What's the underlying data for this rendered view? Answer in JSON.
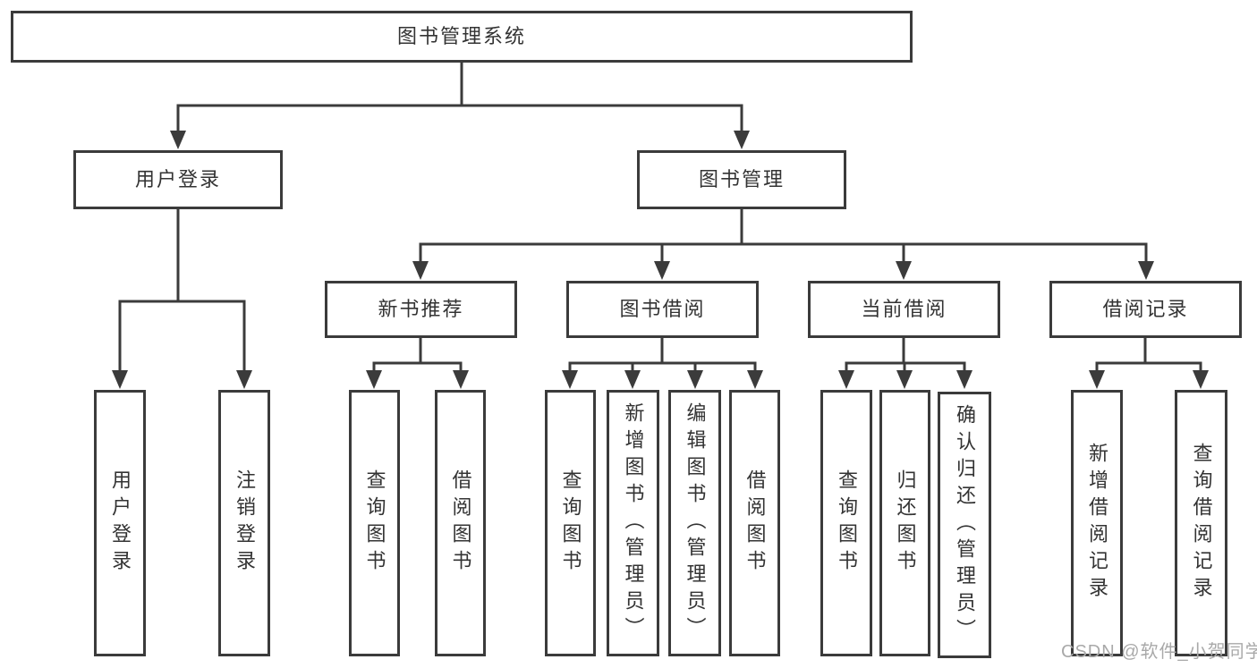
{
  "diagram": {
    "title": "图书管理系统",
    "branches": [
      {
        "label": "用户登录",
        "children": [
          "用户登录",
          "注销登录"
        ]
      },
      {
        "label": "图书管理",
        "children": [
          {
            "label": "新书推荐",
            "children": [
              "查询图书",
              "借阅图书"
            ]
          },
          {
            "label": "图书借阅",
            "children": [
              "查询图书",
              "新增图书（管理员）",
              "编辑图书（管理员）",
              "借阅图书"
            ]
          },
          {
            "label": "当前借阅",
            "children": [
              "查询图书",
              "归还图书",
              "确认归还（管理员）"
            ]
          },
          {
            "label": "借阅记录",
            "children": [
              "新增借阅记录",
              "查询借阅记录"
            ]
          }
        ]
      }
    ]
  },
  "watermark": "CSDN @软件_小贺同学",
  "colors": {
    "line": "#3b3b3b",
    "box_border": "#3b3b3b",
    "text": "#333333",
    "watermark": "#a9a9a9",
    "background": "#ffffff"
  }
}
